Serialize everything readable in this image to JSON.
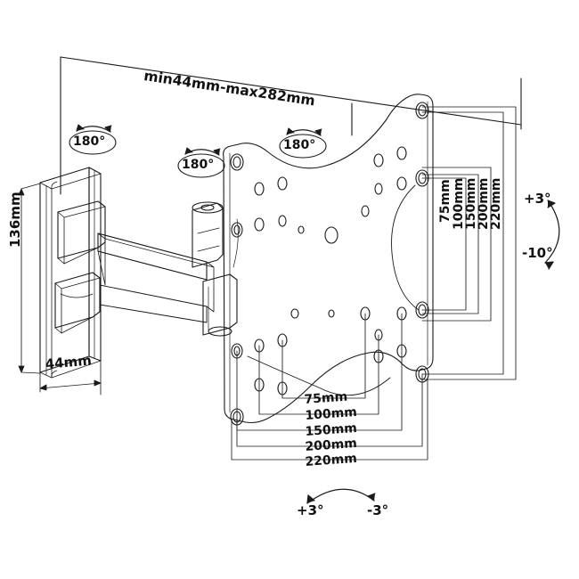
{
  "drawing": {
    "title": "TV wall mount bracket technical dimension drawing",
    "background": "#ffffff",
    "line_color": "#1a1a1a",
    "text_color": "#111111"
  },
  "labels": {
    "extension": "min44mm-max282mm",
    "plate_height": "136mm",
    "plate_depth": "44mm",
    "rotate_1": "180°",
    "rotate_2": "180°",
    "rotate_3": "180°",
    "tilt_up": "+3°",
    "tilt_down": "-10°",
    "swivel_left": "+3°",
    "swivel_right": "-3°"
  },
  "vesa_vertical": [
    {
      "value": "75mm"
    },
    {
      "value": "100mm"
    },
    {
      "value": "150mm"
    },
    {
      "value": "200mm"
    },
    {
      "value": "220mm"
    }
  ],
  "vesa_horizontal": [
    {
      "value": "75mm"
    },
    {
      "value": "100mm"
    },
    {
      "value": "150mm"
    },
    {
      "value": "200mm"
    },
    {
      "value": "220mm"
    }
  ]
}
